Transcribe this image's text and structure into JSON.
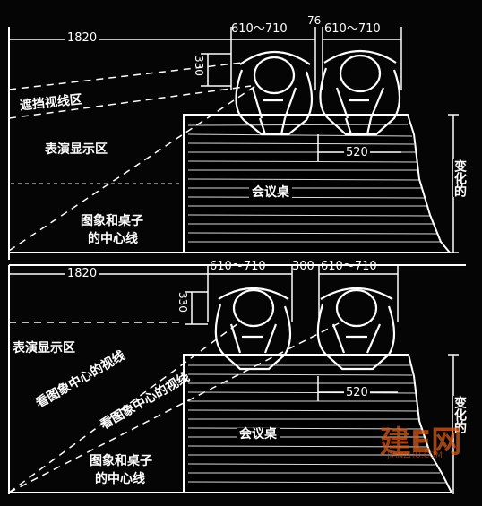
{
  "top": {
    "dim_width": "1820",
    "dim_seat_left": "610～710",
    "dim_gap": "76",
    "dim_seat_right": "610～710",
    "dim_depth": "330",
    "dim_table_offset": "520",
    "label_obstruction": "遮挡视线区",
    "label_display": "表演显示区",
    "label_center_line": [
      "图象和桌子",
      "的中心线"
    ],
    "label_table": "会议桌",
    "label_variable": "变化的"
  },
  "bottom": {
    "dim_width": "1820",
    "dim_seat_left": "610～710",
    "dim_gap": "300",
    "dim_seat_right": "610～710",
    "dim_depth": "330",
    "dim_table_offset": "520",
    "label_display": "表演显示区",
    "label_sightline_1": "看图象中心的视线",
    "label_sightline_2": "看图象中心的视线",
    "label_center_line": [
      "图象和桌子",
      "的中心线"
    ],
    "label_table": "会议桌",
    "label_variable": "变化的"
  },
  "watermark": {
    "text": "建E网",
    "sub": "JIANZHU.COM",
    "color": "#d35a1a"
  }
}
